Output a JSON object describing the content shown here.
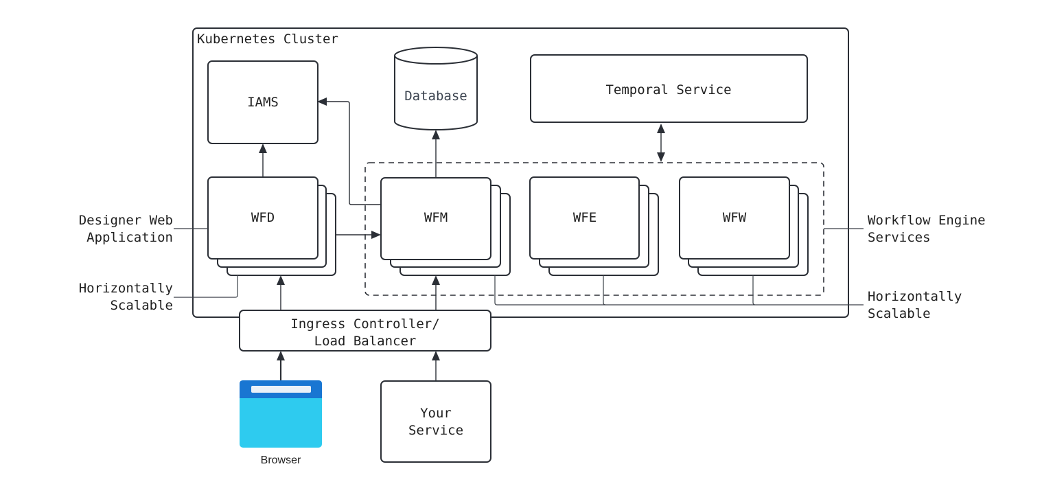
{
  "cluster": {
    "title": "Kubernetes Cluster"
  },
  "nodes": {
    "iams": "IAMS",
    "database": "Database",
    "temporal": "Temporal Service",
    "wfd": "WFD",
    "wfm": "WFM",
    "wfe": "WFE",
    "wfw": "WFW",
    "ingress_line1": "Ingress Controller/",
    "ingress_line2": "Load Balancer",
    "your_service_line1": "Your",
    "your_service_line2": "Service",
    "browser": "Browser"
  },
  "labels": {
    "designer_line1": "Designer Web",
    "designer_line2": "Application",
    "left_scalable_line1": "Horizontally",
    "left_scalable_line2": "Scalable",
    "engine_line1": "Workflow Engine",
    "engine_line2": "Services",
    "right_scalable_line1": "Horizontally",
    "right_scalable_line2": "Scalable"
  },
  "colors": {
    "browser_header": "#1976d2",
    "browser_body": "#2ecbef",
    "stroke": "#2b2f36"
  }
}
